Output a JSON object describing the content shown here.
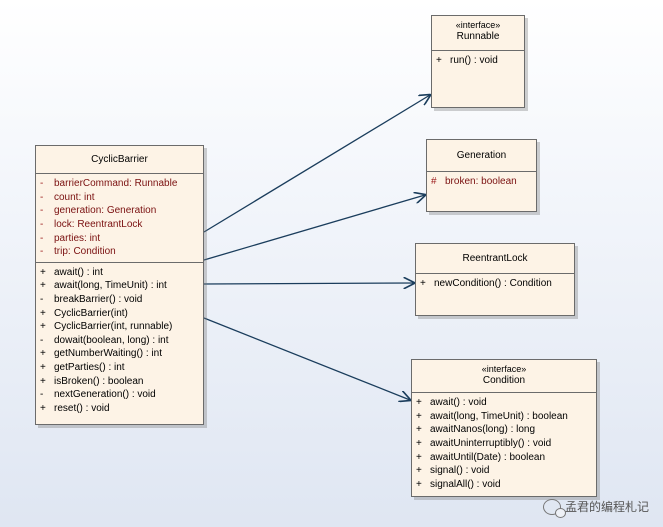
{
  "classes": {
    "cyclic_barrier": {
      "name": "CyclicBarrier",
      "attributes": [
        {
          "vis": "-",
          "text": "barrierCommand:  Runnable"
        },
        {
          "vis": "-",
          "text": "count:  int"
        },
        {
          "vis": "-",
          "text": "generation:  Generation"
        },
        {
          "vis": "-",
          "text": "lock:  ReentrantLock"
        },
        {
          "vis": "-",
          "text": "parties:  int"
        },
        {
          "vis": "-",
          "text": "trip:  Condition"
        }
      ],
      "operations": [
        {
          "vis": "+",
          "text": "await() : int"
        },
        {
          "vis": "+",
          "text": "await(long, TimeUnit) : int"
        },
        {
          "vis": "-",
          "text": "breakBarrier() : void"
        },
        {
          "vis": "+",
          "text": "CyclicBarrier(int)"
        },
        {
          "vis": "+",
          "text": "CyclicBarrier(int, runnable)"
        },
        {
          "vis": "-",
          "text": "dowait(boolean, long) : int"
        },
        {
          "vis": "+",
          "text": "getNumberWaiting() : int"
        },
        {
          "vis": "+",
          "text": "getParties() : int"
        },
        {
          "vis": "+",
          "text": "isBroken() : boolean"
        },
        {
          "vis": "-",
          "text": "nextGeneration() : void"
        },
        {
          "vis": "+",
          "text": "reset() : void"
        }
      ]
    },
    "runnable": {
      "stereotype": "«interface»",
      "name": "Runnable",
      "operations": [
        {
          "vis": "+",
          "text": "run() : void"
        }
      ]
    },
    "generation": {
      "name": "Generation",
      "attributes": [
        {
          "vis": "#",
          "text": "broken:  boolean"
        }
      ]
    },
    "reentrant_lock": {
      "name": "ReentrantLock",
      "operations": [
        {
          "vis": "+",
          "text": "newCondition() : Condition"
        }
      ]
    },
    "condition": {
      "stereotype": "«interface»",
      "name": "Condition",
      "operations": [
        {
          "vis": "+",
          "text": "await() : void"
        },
        {
          "vis": "+",
          "text": "await(long, TimeUnit) : boolean"
        },
        {
          "vis": "+",
          "text": "awaitNanos(long) : long"
        },
        {
          "vis": "+",
          "text": "awaitUninterruptibly() : void"
        },
        {
          "vis": "+",
          "text": "awaitUntil(Date) : boolean"
        },
        {
          "vis": "+",
          "text": "signal() : void"
        },
        {
          "vis": "+",
          "text": "signalAll() : void"
        }
      ]
    }
  },
  "watermark": {
    "icon": "wechat-icon",
    "text": "孟君的编程札记"
  },
  "colors": {
    "class_fill": "#fdf3e6",
    "class_border": "#6b6b6b",
    "attribute_text": "#7a1010",
    "link_color": "#1a3d5c"
  }
}
